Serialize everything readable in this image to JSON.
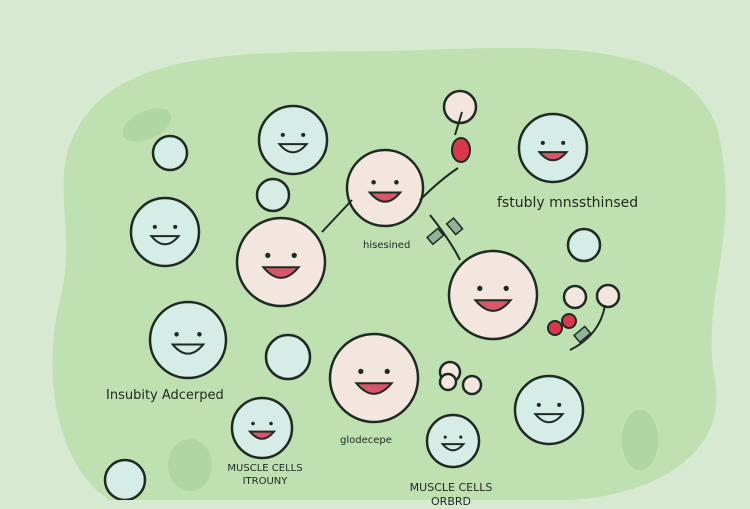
{
  "colors": {
    "background": "#d7ead1",
    "blob": "#bfe0b1",
    "cell_teal": "#d6ece6",
    "cell_beige": "#f2e6df",
    "outline": "#1f2a22",
    "accent_red": "#d8384a"
  },
  "labels": {
    "top_right": "fstubly mnssthinsed",
    "center_small": "hisesined",
    "left": "Insubity Adcerped",
    "bottom_center": "glodecepe",
    "muscle_cells_1_line1": "MUSCLE CELLS",
    "muscle_cells_1_line2": "ITROUNY",
    "muscle_cells_2_line1": "MUSCLE CELLS",
    "muscle_cells_2_line2": "ORBRD"
  }
}
